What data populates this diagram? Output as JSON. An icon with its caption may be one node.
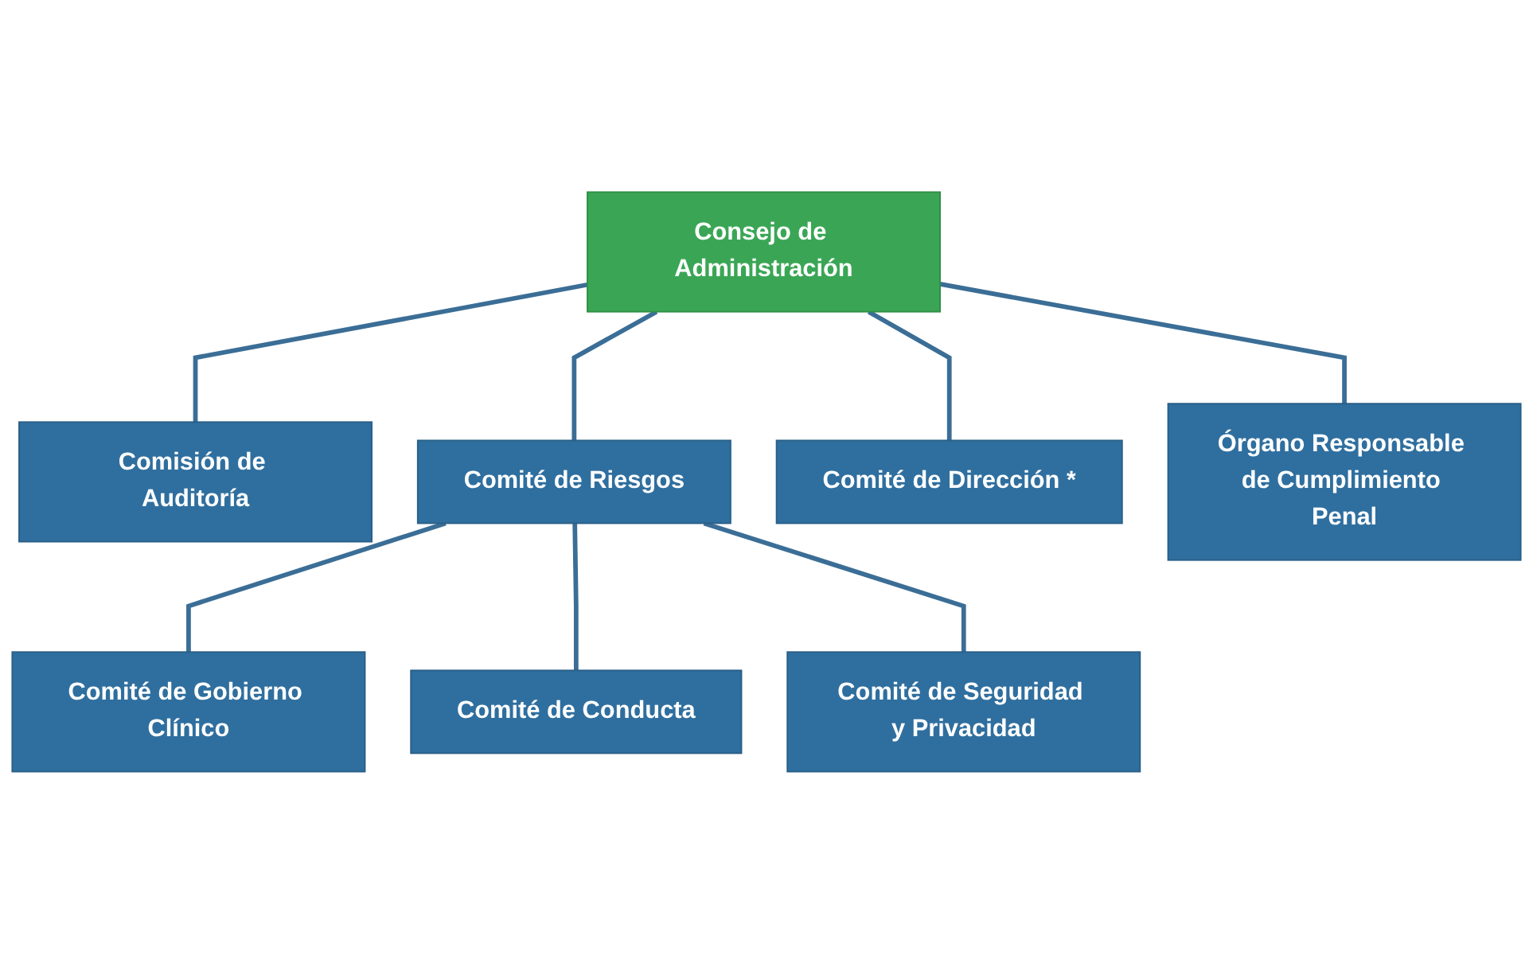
{
  "diagram": {
    "nodes": [
      {
        "text": [
          "Consejo de Administración"
        ]
      },
      {
        "text": [
          "Comisión de Auditoría"
        ]
      },
      {
        "text": [
          "Comité de Riesgos"
        ]
      },
      {
        "text": [
          "Comité de Dirección *"
        ]
      },
      {
        "text": [
          "Órgano Responsable de Cumplimiento Penal"
        ]
      },
      {
        "text": [
          "Comité de Gobierno Clínico"
        ]
      },
      {
        "text": [
          "Comité de Conducta"
        ]
      },
      {
        "text": [
          "Comité de Seguridad y Privacidad"
        ]
      }
    ],
    "edges": [
      {
        "from": 0,
        "to": 1,
        "arrow": "none"
      },
      {
        "from": 0,
        "to": 2,
        "arrow": "none"
      },
      {
        "from": 0,
        "to": 3,
        "arrow": "none"
      },
      {
        "from": 0,
        "to": 4,
        "arrow": "none"
      },
      {
        "from": 2,
        "to": 5,
        "arrow": "none"
      },
      {
        "from": 2,
        "to": 6,
        "arrow": "none"
      },
      {
        "from": 2,
        "to": 7,
        "arrow": "none"
      }
    ]
  }
}
